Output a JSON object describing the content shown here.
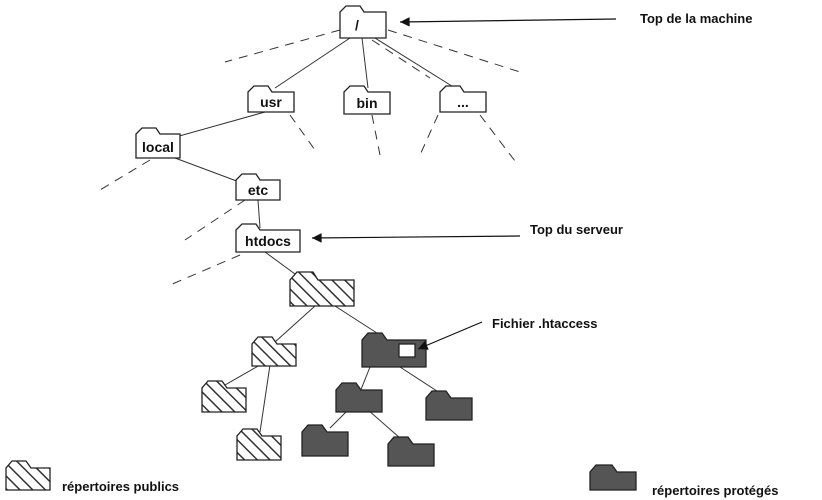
{
  "folders": {
    "root": "/",
    "usr": "usr",
    "bin": "bin",
    "more": "...",
    "local": "local",
    "etc": "etc",
    "htdocs": "htdocs"
  },
  "annotations": {
    "top_machine": "Top de la machine",
    "top_server": "Top du serveur",
    "htaccess": "Fichier .htaccess"
  },
  "legend": {
    "public": "répertoires publics",
    "protected": "répertoires protégés"
  },
  "colors": {
    "protected_fill": "#555555",
    "line": "#333333",
    "hatch": "#333333"
  }
}
